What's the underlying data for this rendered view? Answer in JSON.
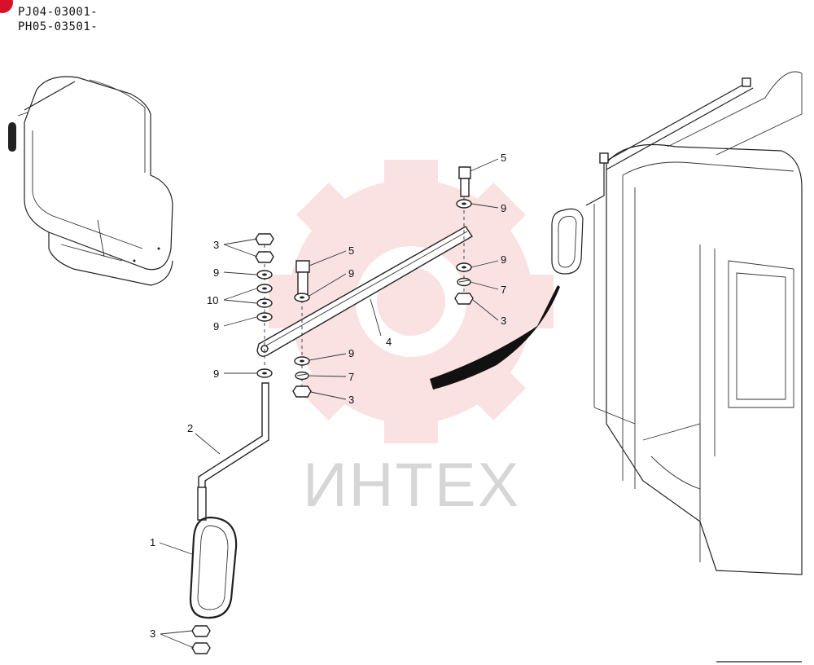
{
  "header": {
    "serial_line_1": "PJ04-03001-",
    "serial_line_2": "PH05-03501-"
  },
  "watermark": {
    "text": "ИНТЕХ",
    "color": "#d6d6d6",
    "gear_color": "#f7c9cc"
  },
  "accent_color": "#d8102a",
  "callouts": {
    "c1": "1",
    "c2": "2",
    "c3a": "3",
    "c3b": "3",
    "c3c": "3",
    "c3d": "3",
    "c4": "4",
    "c5a": "5",
    "c5b": "5",
    "c7a": "7",
    "c7b": "7",
    "c9a": "9",
    "c9b": "9",
    "c9c": "9",
    "c9d": "9",
    "c9e": "9",
    "c9f": "9",
    "c9g": "9",
    "c10": "10"
  }
}
